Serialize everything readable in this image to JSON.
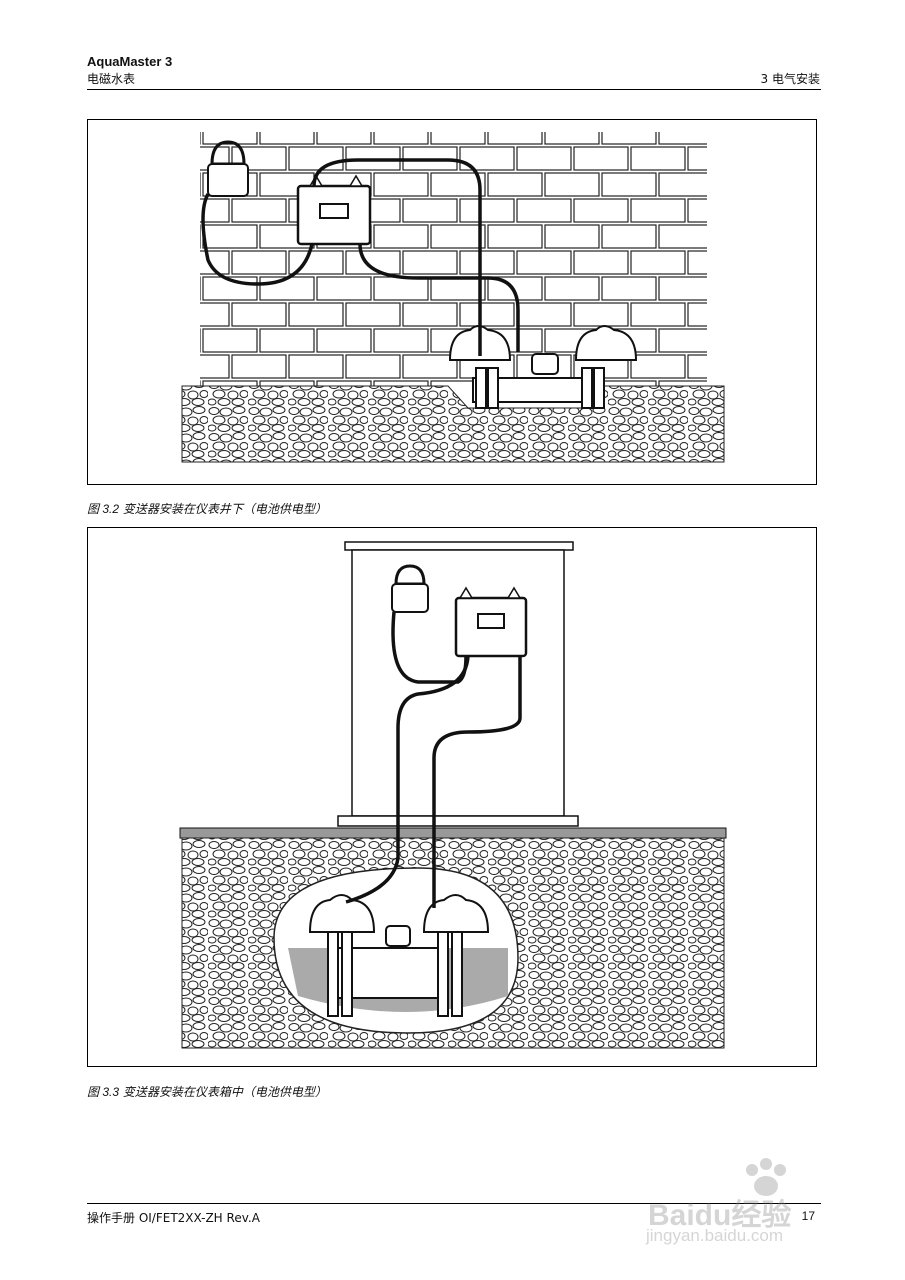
{
  "header": {
    "title": "AquaMaster 3",
    "subtitle": "电磁水表",
    "section": "3  电气安装"
  },
  "figures": [
    {
      "number": "图 3.2",
      "caption": "变送器安装在仪表井下（电池供电型）"
    },
    {
      "number": "图 3.3",
      "caption": "变送器安装在仪表箱中（电池供电型）"
    }
  ],
  "footer": {
    "manual": "操作手册 OI/FET2XX-ZH Rev.A",
    "page": "17"
  },
  "watermark": {
    "brand": "Baidu经验",
    "url": "jingyan.baidu.com"
  }
}
